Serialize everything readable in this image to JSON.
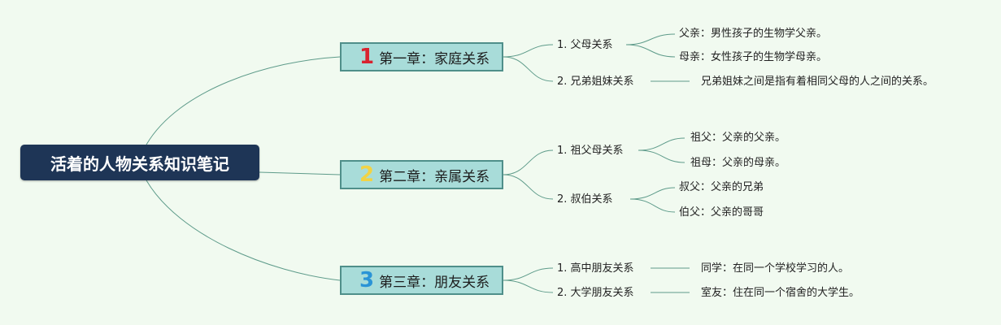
{
  "root": {
    "title": "活着的人物关系知识笔记"
  },
  "chapters": [
    {
      "num": "1",
      "num_color": "#d8232f",
      "title": "第一章：家庭关系",
      "subs": [
        {
          "label": "1. 父母关系",
          "leaves": [
            "父亲：男性孩子的生物学父亲。",
            "母亲：女性孩子的生物学母亲。"
          ]
        },
        {
          "label": "2. 兄弟姐妹关系",
          "leaves": [
            "兄弟姐妹之间是指有着相同父母的人之间的关系。"
          ]
        }
      ]
    },
    {
      "num": "2",
      "num_color": "#f2d344",
      "title": "第二章：亲属关系",
      "subs": [
        {
          "label": "1. 祖父母关系",
          "leaves": [
            "祖父：父亲的父亲。",
            "祖母：父亲的母亲。"
          ]
        },
        {
          "label": "2. 叔伯关系",
          "leaves": [
            "叔父：父亲的兄弟",
            "伯父：父亲的哥哥"
          ]
        }
      ]
    },
    {
      "num": "3",
      "num_color": "#2b94d6",
      "title": "第三章：朋友关系",
      "subs": [
        {
          "label": "1. 高中朋友关系",
          "leaves": [
            "同学：在同一个学校学习的人。"
          ]
        },
        {
          "label": "2. 大学朋友关系",
          "leaves": [
            "室友：住在同一个宿舍的大学生。"
          ]
        }
      ]
    }
  ],
  "colors": {
    "line": "#5e9b8a",
    "root_bg": "#1e3556",
    "chapter_bg": "#a8dcd9",
    "background": "#f1faf0"
  }
}
